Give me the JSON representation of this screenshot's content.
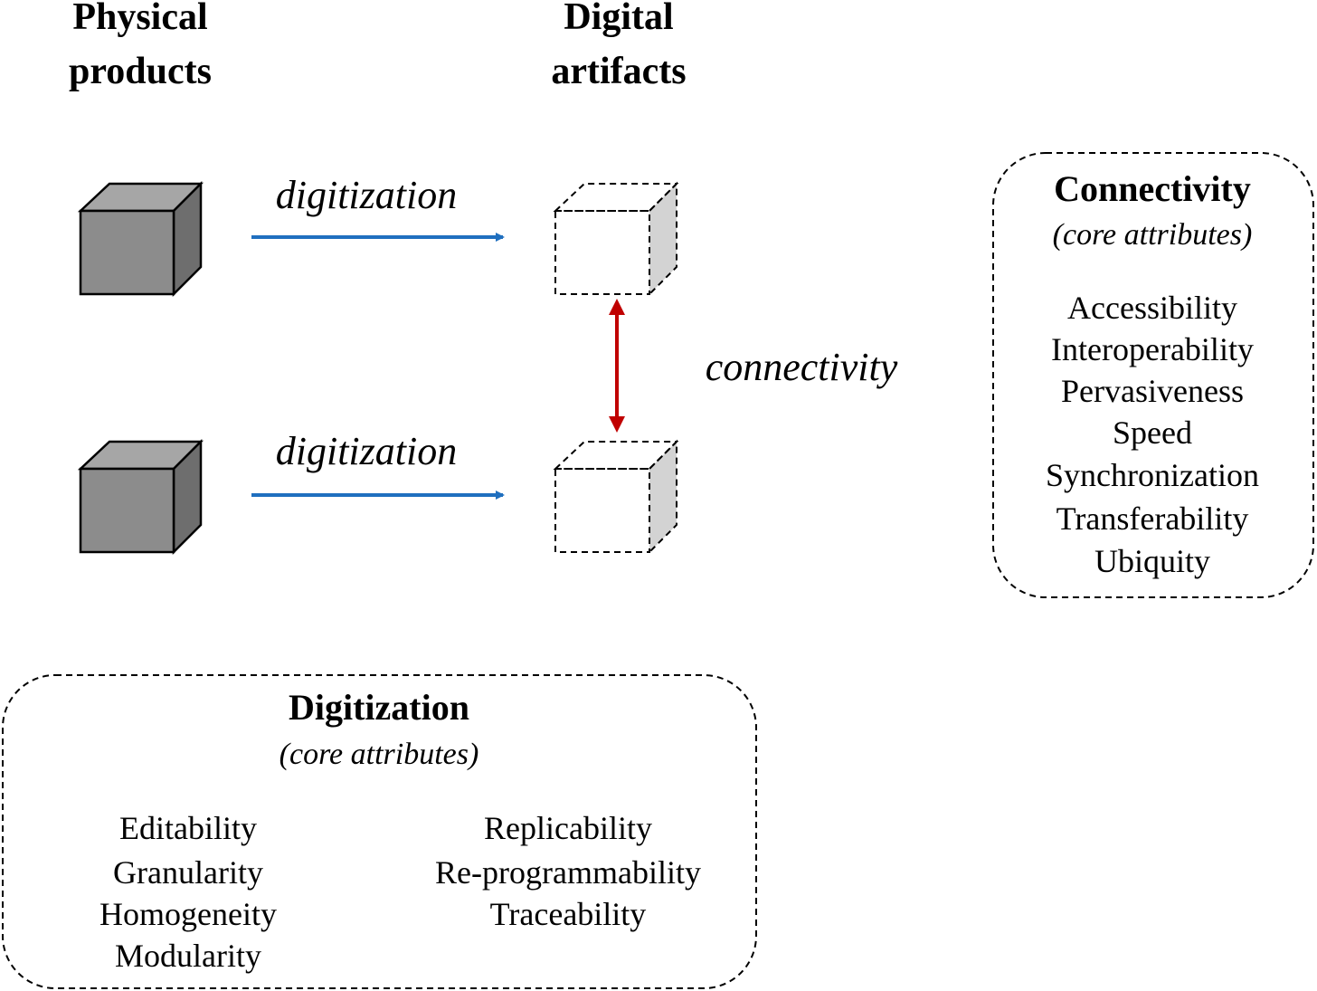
{
  "headers": {
    "physical": [
      "Physical",
      "products"
    ],
    "digital": [
      "Digital",
      "artifacts"
    ]
  },
  "arrows": {
    "digitization_label_top": "digitization",
    "digitization_label_bottom": "digitization",
    "connectivity_label": "connectivity"
  },
  "connectivity_box": {
    "title": "Connectivity",
    "subtitle": "(core attributes)",
    "items": [
      "Accessibility",
      "Interoperability",
      "Pervasiveness",
      "Speed",
      "Synchronization",
      "Transferability",
      "Ubiquity"
    ]
  },
  "digitization_box": {
    "title": "Digitization",
    "subtitle": "(core attributes)",
    "items_left": [
      "Editability",
      "Granularity",
      "Homogeneity",
      "Modularity"
    ],
    "items_right": [
      "Replicability",
      "Re-programmability",
      "Traceability"
    ]
  },
  "colors": {
    "digitization_arrow": "#1f6fbf",
    "connectivity_arrow": "#c00000",
    "cube_front": "#8c8c8c",
    "cube_top": "#a6a6a6",
    "cube_side": "#6e6e6e",
    "ghost_side": "#d3d3d3"
  }
}
